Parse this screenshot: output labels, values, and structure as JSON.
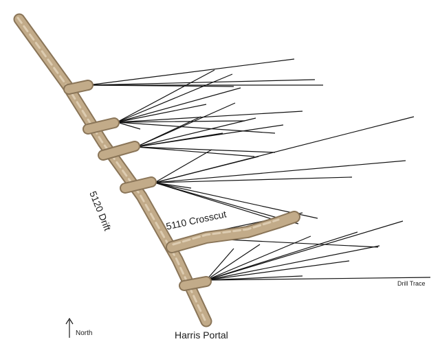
{
  "labels": {
    "drift": "5120 Drift",
    "crosscut": "5110 Crosscut",
    "portal": "Harris Portal",
    "drill_trace": "Drill Trace",
    "north": "North"
  },
  "colors": {
    "tunnel": "#c2ab89",
    "tunnel_shadow": "#8a7558",
    "tunnel_highlight": "#e3d4bb",
    "drill": "#111111",
    "text": "#1a1a1a"
  },
  "icons": {
    "north_arrow": "up-arrow-icon"
  }
}
